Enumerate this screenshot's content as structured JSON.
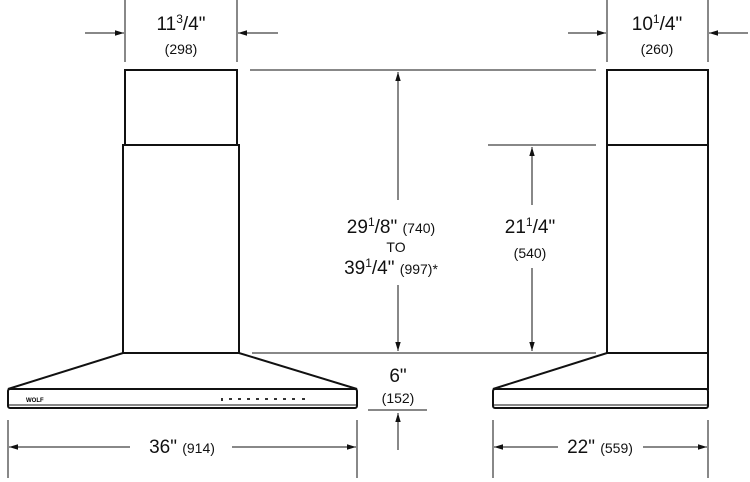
{
  "left_view": {
    "duct_width": {
      "whole": "11",
      "num": "3",
      "den": "/4\"",
      "metric": "(298)"
    },
    "hood_width": {
      "imperial": "36\"",
      "metric": "(914)"
    },
    "logo": "WOLF"
  },
  "center": {
    "height_min": {
      "whole": "29",
      "num": "1",
      "den": "/8\"",
      "metric": "(740)"
    },
    "to_label": "TO",
    "height_max": {
      "whole": "39",
      "num": "1",
      "den": "/4\"",
      "metric": "(997)*"
    },
    "canopy_height": {
      "imperial": "6\"",
      "metric": "(152)"
    }
  },
  "right_view": {
    "duct_width": {
      "whole": "10",
      "num": "1",
      "den": "/4\"",
      "metric": "(260)"
    },
    "lower_duct_height": {
      "whole": "21",
      "num": "1",
      "den": "/4\"",
      "metric": "(540)"
    },
    "hood_depth": {
      "imperial": "22\"",
      "metric": "(559)"
    }
  }
}
